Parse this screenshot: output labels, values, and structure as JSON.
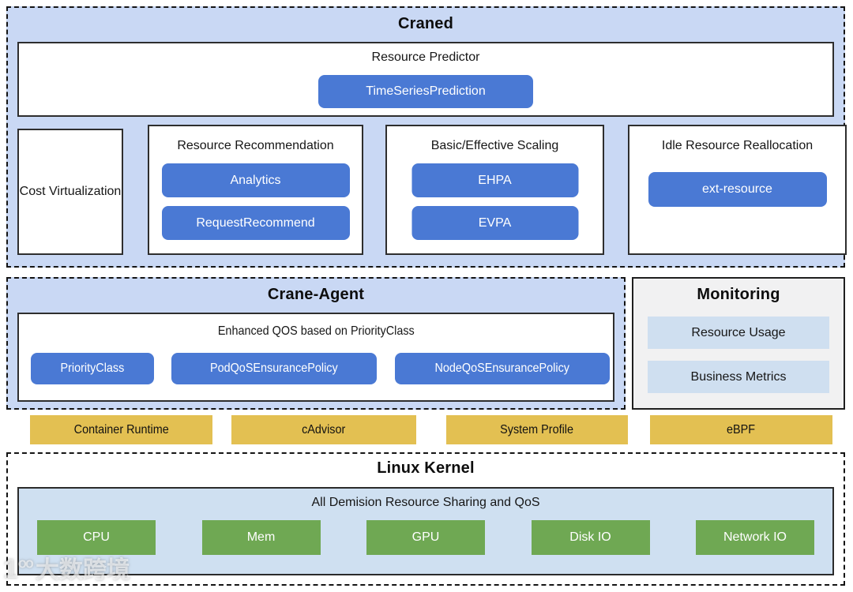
{
  "colors": {
    "section_bg": "#c9d8f4",
    "blue_button": "#4a79d4",
    "yellow_box": "#e3c052",
    "green_box": "#6fa853",
    "monitoring_bg": "#f1f1f2",
    "light_blue_item": "#cfdff0",
    "kernel_panel_bg": "#cfe0f1"
  },
  "craned": {
    "title": "Craned",
    "predictor": {
      "label": "Resource Predictor",
      "button": "TimeSeriesPrediction"
    },
    "cost_box_label": "Cost Virtualization",
    "recommendation": {
      "label": "Resource Recommendation",
      "buttons": [
        "Analytics",
        "RequestRecommend"
      ]
    },
    "scaling": {
      "label": "Basic/Effective Scaling",
      "buttons": [
        "EHPA",
        "EVPA"
      ]
    },
    "idle": {
      "label": "Idle Resource Reallocation",
      "buttons": [
        "ext-resource"
      ]
    }
  },
  "crane_agent": {
    "title": "Crane-Agent",
    "qos": {
      "label": "Enhanced QOS based on PriorityClass",
      "buttons": [
        "PriorityClass",
        "PodQoSEnsurancePolicy",
        "NodeQoSEnsurancePolicy"
      ]
    }
  },
  "monitoring": {
    "title": "Monitoring",
    "items": [
      "Resource Usage",
      "Business Metrics"
    ]
  },
  "runtime_row": [
    "Container Runtime",
    "cAdvisor",
    "System Profile",
    "eBPF"
  ],
  "kernel": {
    "title": "Linux Kernel",
    "panel_label": "All Demision Resource Sharing and QoS",
    "resources": [
      "CPU",
      "Mem",
      "GPU",
      "Disk IO",
      "Network IO"
    ]
  },
  "watermark": {
    "logo_base": "1",
    "logo_sup": "oo",
    "text": "大数跨境"
  }
}
